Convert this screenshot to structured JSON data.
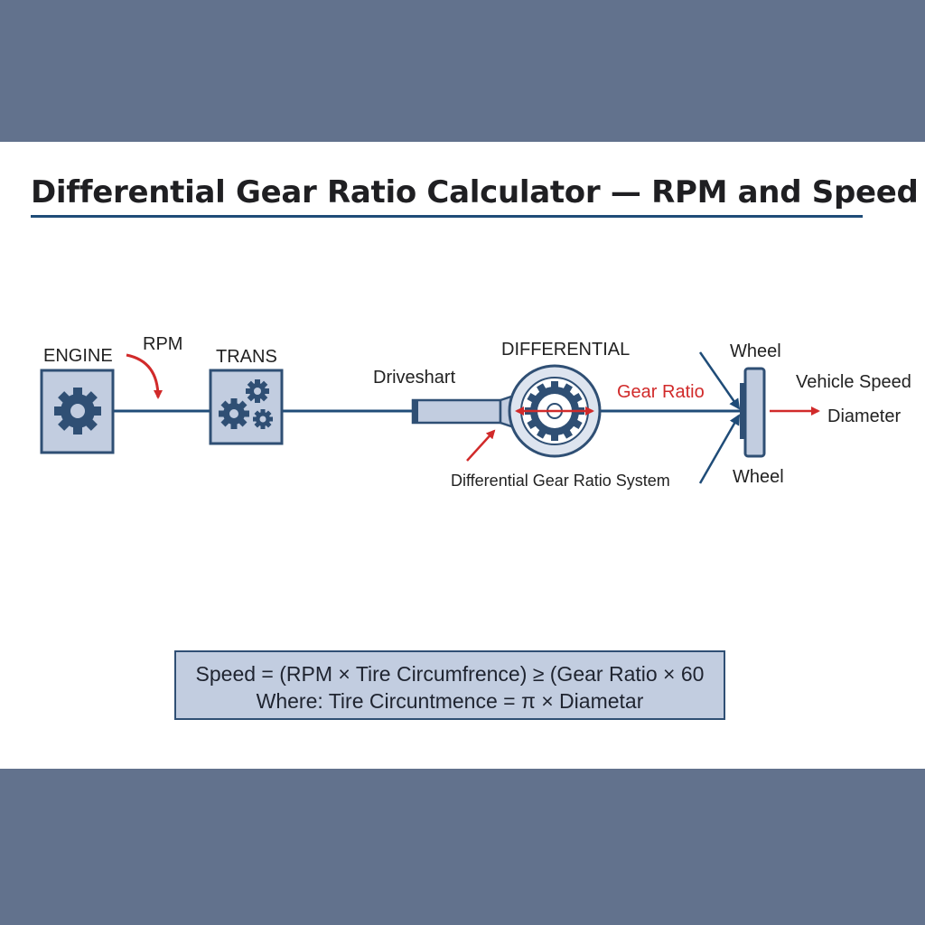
{
  "title": "Differential Gear Ratio Calculator — RPM and Speed",
  "labels": {
    "engine": "ENGINE",
    "rpm": "RPM",
    "trans": "TRANS",
    "driveshaft": "Driveshart",
    "differential": "DIFFERENTIAL",
    "gear_ratio": "Gear Ratio",
    "system": "Differential Gear Ratio System",
    "wheel_top": "Wheel",
    "wheel_bottom": "Wheel",
    "vehicle_speed": "Vehicle Speed",
    "diameter": "Diameter"
  },
  "formula": {
    "line1": "Speed = (RPM × Tire Circumfrence) ≥ (Gear Ratio × 60",
    "line2": "Where: Tire Circuntmence = π × Diametar"
  },
  "colors": {
    "band": "#62728d",
    "accent_red": "#d12a2a",
    "line_navy": "#1f4c78",
    "box_fill": "#c2cde0"
  },
  "icons": [
    "gear-icon",
    "gears-icon",
    "wheel-icon",
    "arrow-icon"
  ]
}
